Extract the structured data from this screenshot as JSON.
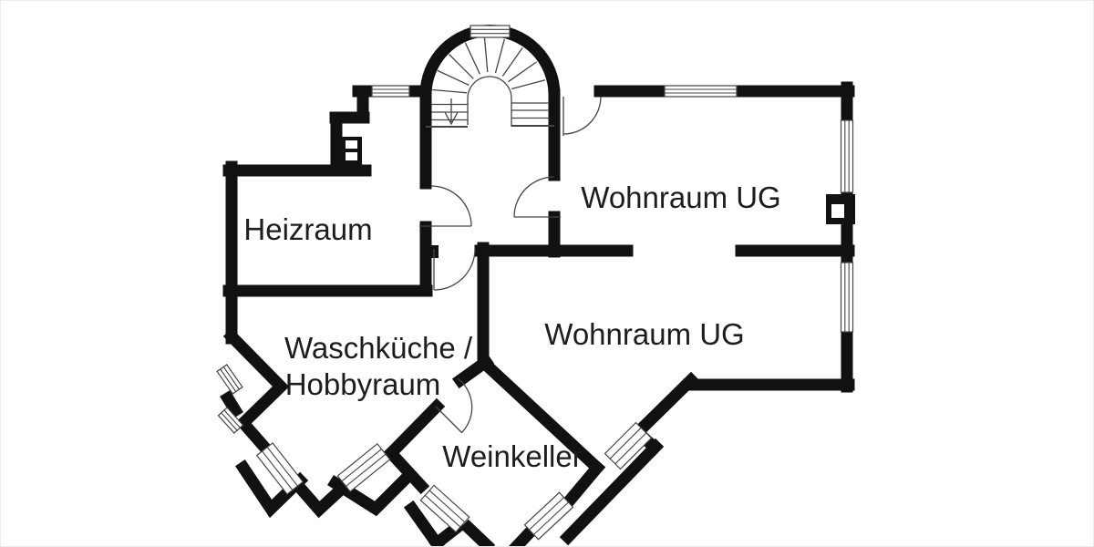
{
  "plan": {
    "type": "floor-plan",
    "level": "basement",
    "rooms": [
      {
        "label": "Heizraum"
      },
      {
        "label": "Wohnraum UG"
      },
      {
        "label": "Wohnraum UG"
      },
      {
        "label": "Waschküche /"
      },
      {
        "label": "Hobbyraum"
      },
      {
        "label": "Weinkeller"
      }
    ],
    "stair": {
      "direction_arrow": "down"
    }
  },
  "colors": {
    "walls": "#111111",
    "thin_lines": "#444444",
    "text": "#1d1d1d",
    "background": "#ffffff"
  }
}
